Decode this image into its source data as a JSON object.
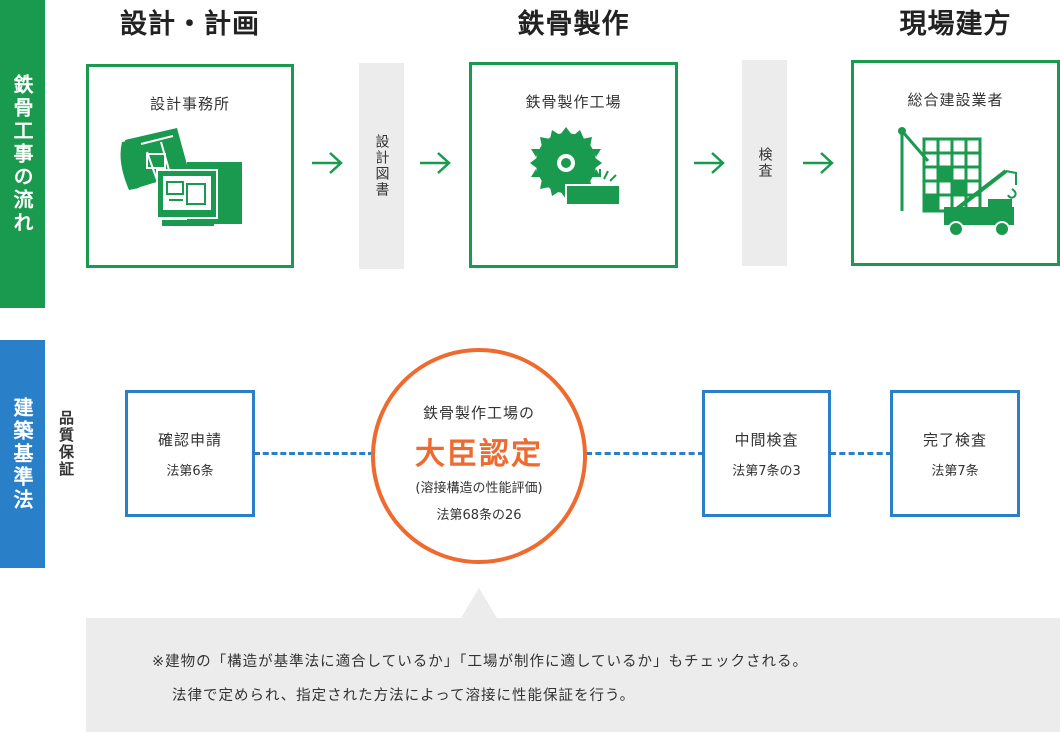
{
  "stages": {
    "design": "設計・計画",
    "fabrication": "鉄骨製作",
    "erection": "現場建方"
  },
  "side_labels": {
    "flow": "鉄骨工事の流れ",
    "law": "建築基準法",
    "quality": "品質保証"
  },
  "flow": {
    "design_office": "設計事務所",
    "drawings": "設計図書",
    "steel_factory": "鉄骨製作工場",
    "inspection": "検査",
    "contractor": "総合建設業者"
  },
  "law": {
    "confirm_title": "確認申請",
    "confirm_ref": "法第6条",
    "interim_title": "中間検査",
    "interim_ref": "法第7条の3",
    "final_title": "完了検査",
    "final_ref": "法第7条"
  },
  "certification": {
    "line1": "鉄骨製作工場の",
    "headline": "大臣認定",
    "line3": "(溶接構造の性能評価)",
    "line4": "法第68条の26"
  },
  "note": {
    "line1": "※建物の「構造が基準法に適合しているか」「工場が制作に適しているか」もチェックされる。",
    "line2": "法律で定められ、指定された方法によって溶接に性能保証を行う。"
  },
  "colors": {
    "green": "#1a9a4e",
    "blue": "#2a7fc9",
    "orange": "#ee6a2e",
    "gray": "#ececec"
  },
  "icons": [
    "blueprint-computer-icon",
    "circular-saw-icon",
    "crane-building-icon",
    "arrow-right-icon"
  ]
}
